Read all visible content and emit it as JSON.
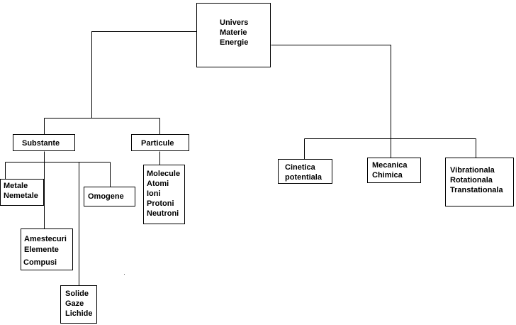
{
  "diagram": {
    "root": {
      "lines": [
        "Univers",
        "Materie",
        "Energie"
      ]
    },
    "substante": {
      "label": "Substante"
    },
    "particule": {
      "label": "Particule"
    },
    "metale": {
      "lines": [
        "Metale",
        "Nemetale"
      ]
    },
    "omogene": {
      "label": "Omogene"
    },
    "molecule": {
      "lines": [
        "Molecule",
        "Atomi",
        "Ioni",
        "Protoni",
        "Neutroni"
      ]
    },
    "amestecuri": {
      "lines": [
        "Amestecuri",
        "Elemente",
        "Compusi"
      ]
    },
    "solide": {
      "lines": [
        "Solide",
        "Gaze",
        "Lichide"
      ]
    },
    "cinetica": {
      "lines": [
        "Cinetica",
        "potentiala"
      ]
    },
    "mecanica": {
      "lines": [
        "Mecanica",
        "Chimica"
      ]
    },
    "vibrationala": {
      "lines": [
        "Vibrationala",
        "Rotationala",
        "Transtationala"
      ]
    }
  },
  "colors": {
    "line": "#000000",
    "box_border": "#000000",
    "background": "#ffffff"
  }
}
